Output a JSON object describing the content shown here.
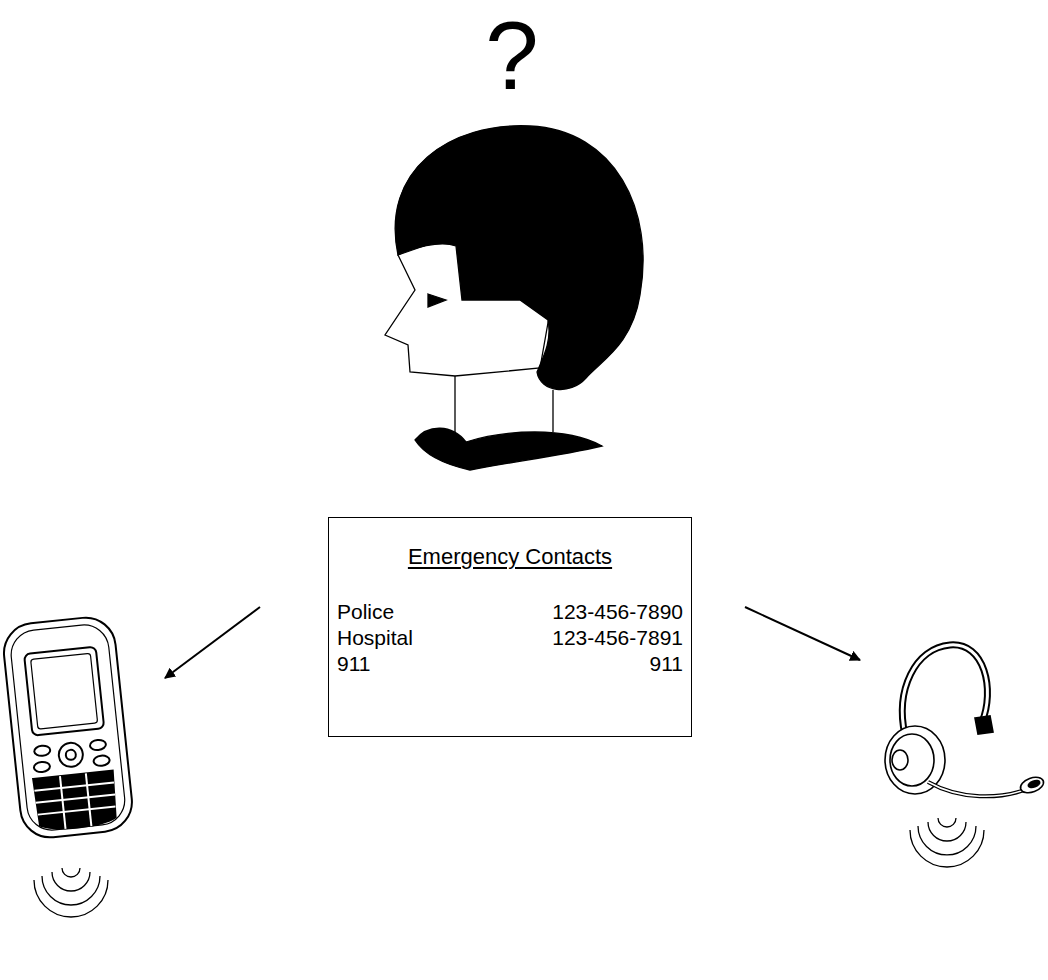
{
  "diagram": {
    "nodes": [
      {
        "text": [
          "Emergency Contacts",
          "Police",
          "123-456-7890",
          "Hospital",
          "123-456-7891",
          "911",
          "911"
        ]
      }
    ],
    "labels": [
      "?"
    ]
  }
}
